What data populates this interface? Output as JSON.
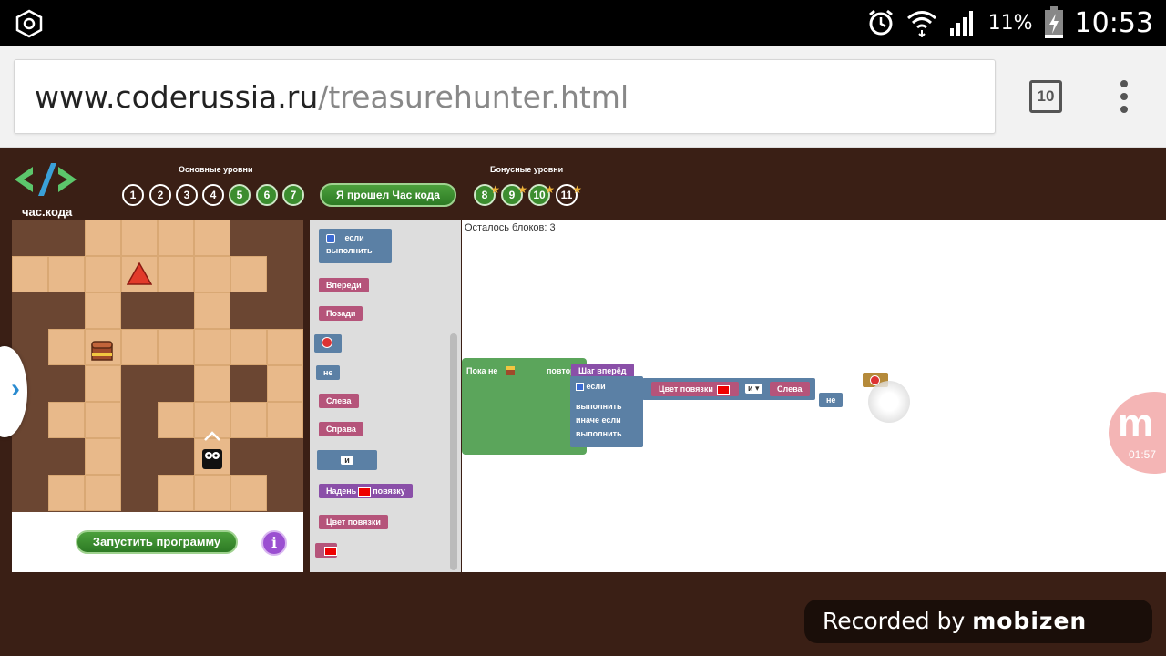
{
  "status_bar": {
    "battery": "11%",
    "time": "10:53"
  },
  "browser": {
    "url_domain": "www.coderussia.ru",
    "url_path": "/treasurehunter.html",
    "tab_count": "10"
  },
  "game": {
    "logo_text": "час.кода",
    "main_levels_title": "Основные уровни",
    "main_levels": [
      {
        "label": "1",
        "completed": false
      },
      {
        "label": "2",
        "completed": false
      },
      {
        "label": "3",
        "completed": false
      },
      {
        "label": "4",
        "completed": false
      },
      {
        "label": "5",
        "completed": true
      },
      {
        "label": "6",
        "completed": true
      },
      {
        "label": "7",
        "completed": true
      }
    ],
    "done_button": "Я прошел Час кода",
    "bonus_levels_title": "Бонусные уровни",
    "bonus_levels": [
      {
        "label": "8",
        "completed": true
      },
      {
        "label": "9",
        "completed": true
      },
      {
        "label": "10",
        "completed": true
      },
      {
        "label": "11",
        "completed": false
      }
    ],
    "run_button": "Запустить программу",
    "info_button": "i"
  },
  "toolbox": {
    "if_label": "если",
    "do_label": "выполнить",
    "forward": "Впереди",
    "behind": "Позади",
    "not": "не",
    "left": "Слева",
    "right": "Справа",
    "and": "и",
    "wear_prefix": "Надень",
    "wear_suffix": "повязку",
    "band_color": "Цвет повязки"
  },
  "workspace": {
    "remaining_blocks": "Осталось блоков: 3",
    "while_label": "Пока не",
    "repeat_label": "повторять",
    "step_forward": "Шаг вперёд",
    "if_label": "если",
    "do_label": "выполнить",
    "else_if_label": "иначе если",
    "do_label_2": "выполнить",
    "band_color": "Цвет повязки",
    "and": "и",
    "left": "Слева",
    "not": "не"
  },
  "watermark": {
    "prefix": "Recorded by",
    "brand": "mobizen",
    "timer": "01:57"
  },
  "colors": {
    "board_bg": "#3a1f15",
    "green_button": "#3c8d2f",
    "pink_block": "#b5547a",
    "blue_block": "#5b80a5",
    "loop_block": "#5ba55b"
  }
}
